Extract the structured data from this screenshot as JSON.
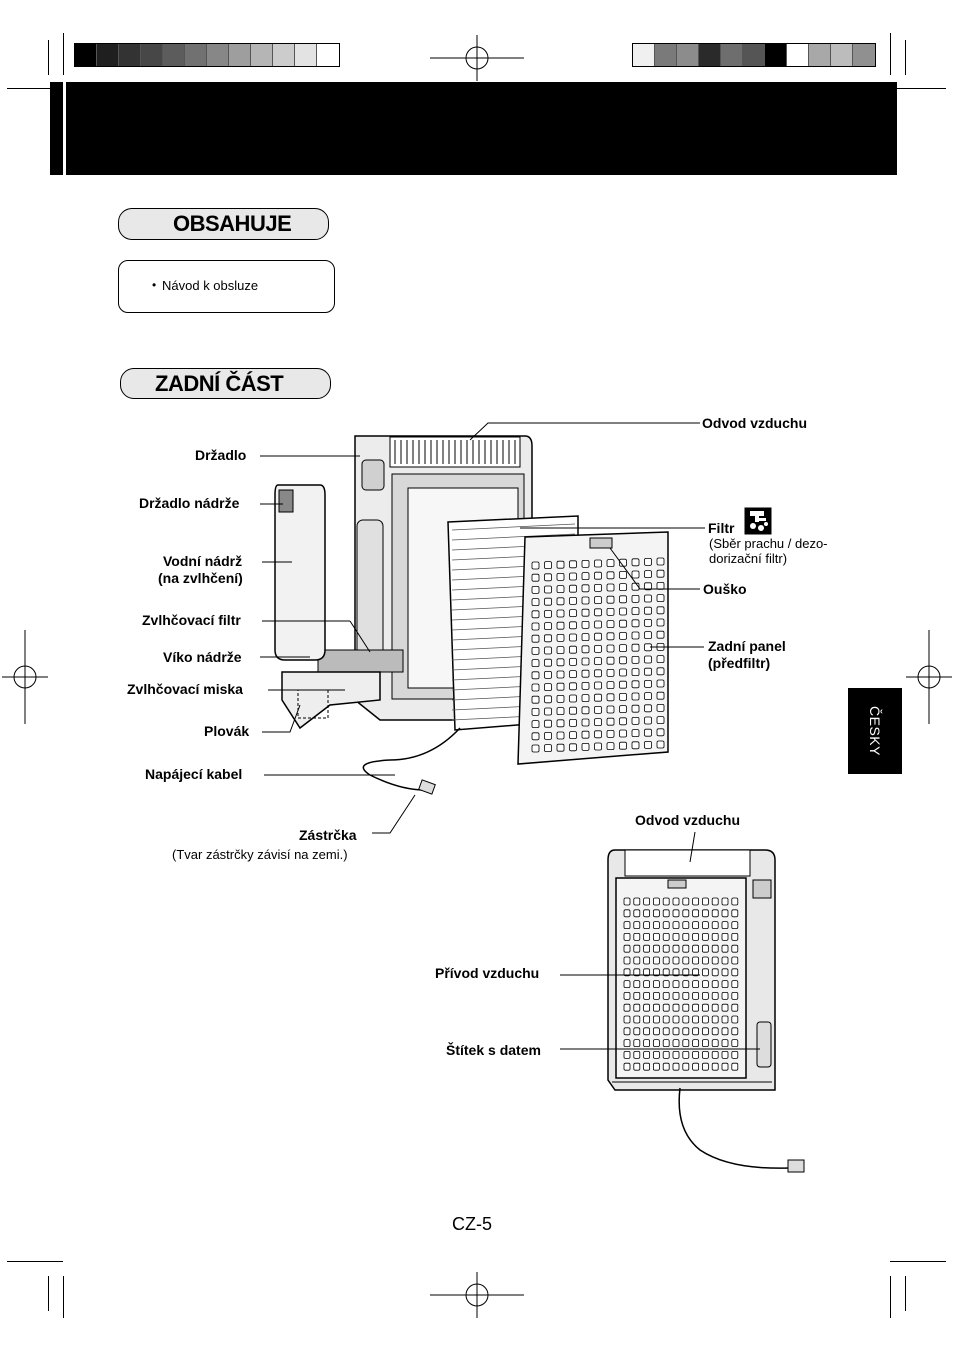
{
  "sections": {
    "contents_title": "OBSAHUJE",
    "contents_items": [
      "Návod k obsluze"
    ],
    "rear_title": "ZADNÍ ČÁST"
  },
  "labels": {
    "odvod_vzduchu": "Odvod vzduchu",
    "drzadlo": "Držadlo",
    "drzadlo_nadrze": "Držadlo nádrže",
    "filtr": "Filtr",
    "filtr_note_1": "(Sběr prachu / dezo-",
    "filtr_note_2": "dorizační filtr)",
    "vodni_nadrz_1": "Vodní nádrž",
    "vodni_nadrz_2": "(na zvlhčení)",
    "ousko": "Ouško",
    "zvlhcovaci_filtr": "Zvlhčovací filtr",
    "zadni_panel_1": "Zadní panel",
    "zadni_panel_2": "(předfiltr)",
    "viko_nadrze": "Víko nádrže",
    "zvlhcovaci_miska": "Zvlhčovací miska",
    "plovak": "Plovák",
    "napajeci_kabel": "Napájecí kabel",
    "zastrcka": "Zástrčka",
    "zastrcka_note": "(Tvar zástrčky závisí na zemi.)",
    "odvod_vzduchu_2": "Odvod vzduchu",
    "privod_vzduchu": "Přívod vzduchu",
    "stitek_s_datem": "Štítek s datem"
  },
  "side_tab": "ČESKY",
  "page_number": "CZ-5",
  "colors": {
    "swatches_left": [
      "#000000",
      "#1f1f1f",
      "#333333",
      "#474747",
      "#5c5c5c",
      "#717171",
      "#878787",
      "#9e9e9e",
      "#b5b5b5",
      "#cccccc",
      "#e3e3e3",
      "#ffffff"
    ],
    "swatches_right": [
      "#f0f0f0",
      "#7a7a7a",
      "#8c8c8c",
      "#2a2a2a",
      "#6e6e6e",
      "#555555",
      "#000000",
      "#ffffff",
      "#a8a8a8",
      "#bcbcbc",
      "#909090"
    ],
    "header_band": "#000000",
    "pill_fill": "#e8e8e8"
  },
  "icons": [
    "registration-mark-icon",
    "filter-faucet-icon"
  ]
}
